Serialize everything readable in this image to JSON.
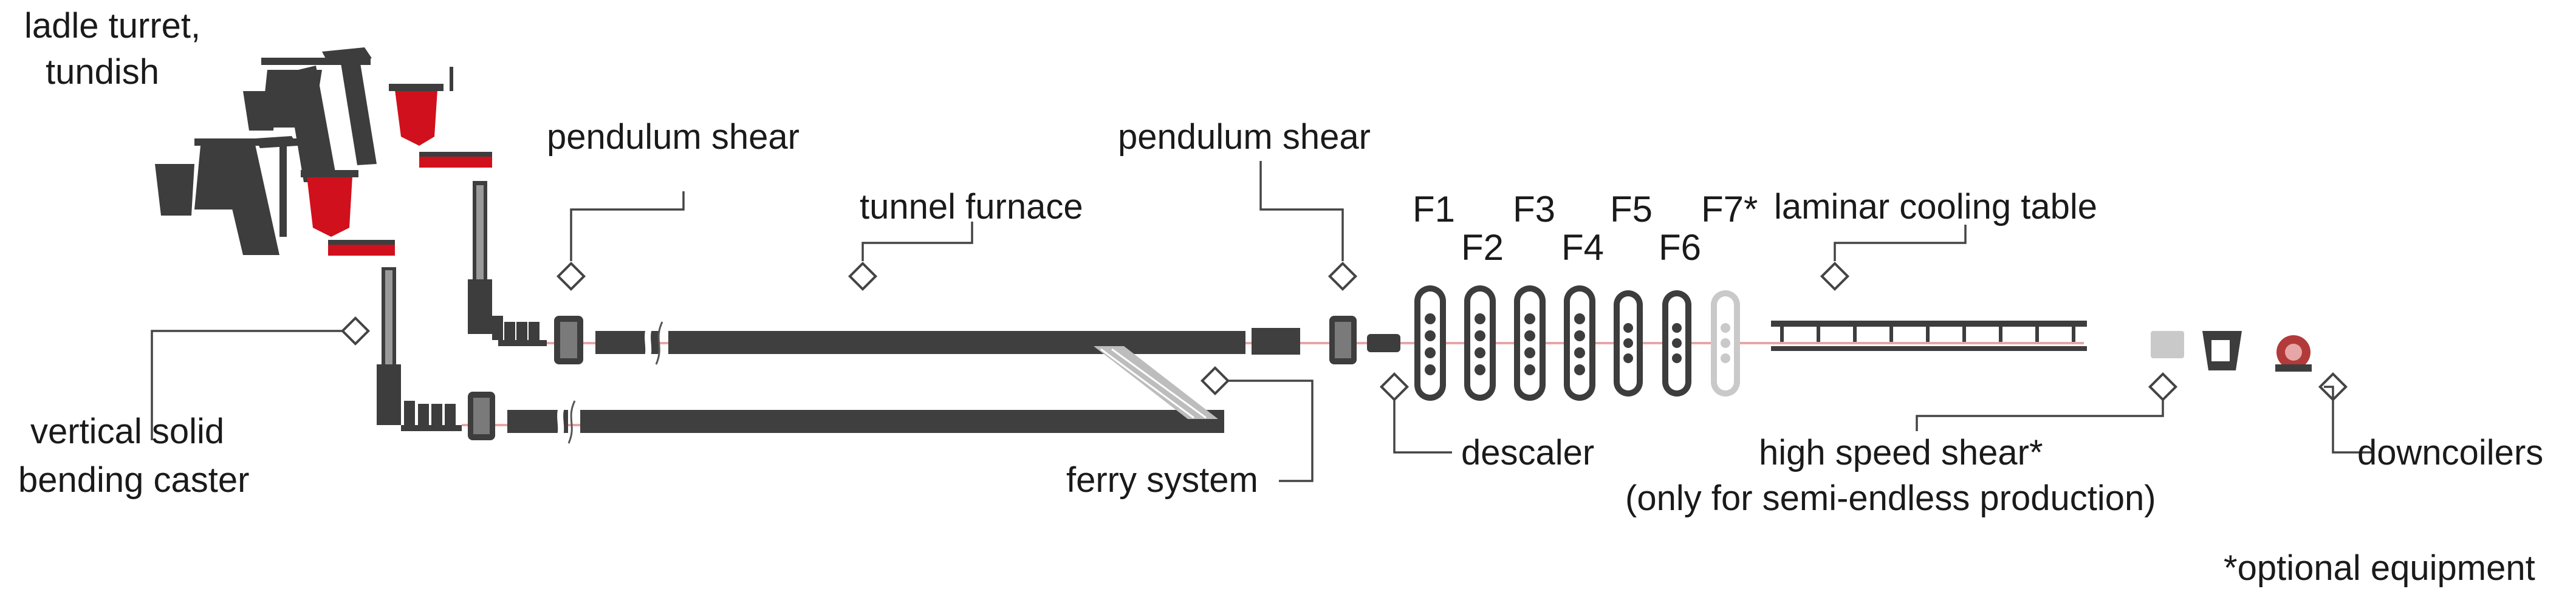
{
  "labels": {
    "ladle_turret_line1": "ladle turret,",
    "ladle_turret_line2": "tundish",
    "pendulum_shear_1": "pendulum  shear",
    "pendulum_shear_2": "pendulum  shear",
    "tunnel_furnace": "tunnel furnace",
    "laminar_cooling_table": "laminar cooling table",
    "vertical_caster_line1": "vertical solid",
    "vertical_caster_line2": "bending caster",
    "ferry_system": "ferry system",
    "descaler": "descaler",
    "high_speed_shear_line1": "high speed shear*",
    "high_speed_shear_line2": "(only for semi-endless production)",
    "downcoilers": "downcoilers",
    "footnote": "*optional equipment"
  },
  "stands": [
    "F1",
    "F2",
    "F3",
    "F4",
    "F5",
    "F6",
    "F7*"
  ],
  "colors": {
    "equipment": "#3d3d3d",
    "ladle": "#d0101c",
    "optional_equipment": "#c9c9c9",
    "strip_line": "#e7a6a6",
    "text": "#1a1a1a"
  }
}
